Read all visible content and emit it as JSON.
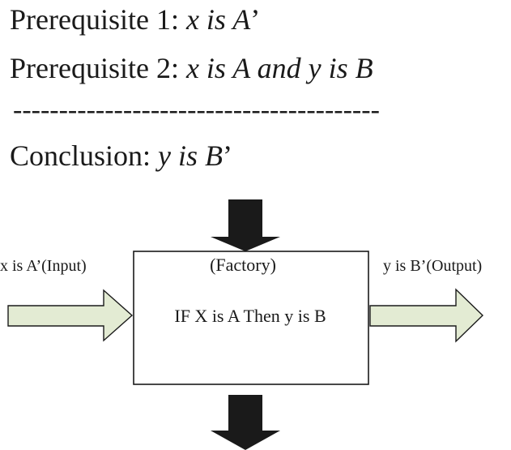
{
  "prerequisite_1": {
    "label": "Prerequisite 1: ",
    "math": "x is A",
    "suffix": "’"
  },
  "prerequisite_2": {
    "label": "Prerequisite 2: ",
    "math": "x is A and y is B"
  },
  "separator": "----------------------------------------",
  "conclusion": {
    "label": "Conclusion: ",
    "math": "y is B",
    "suffix": "’"
  },
  "diagram": {
    "input_label": "x is A’(Input)",
    "output_label": "y is B’(Output)",
    "box_title": "(Factory)",
    "box_rule": "IF X is A Then y is B",
    "colors": {
      "side_arrow_fill": "#e3ebd3",
      "arrow_stroke": "#1a1a1a",
      "block_arrow_fill": "#1a1a1a",
      "box_fill": "#ffffff",
      "box_stroke": "#1a1a1a"
    }
  }
}
